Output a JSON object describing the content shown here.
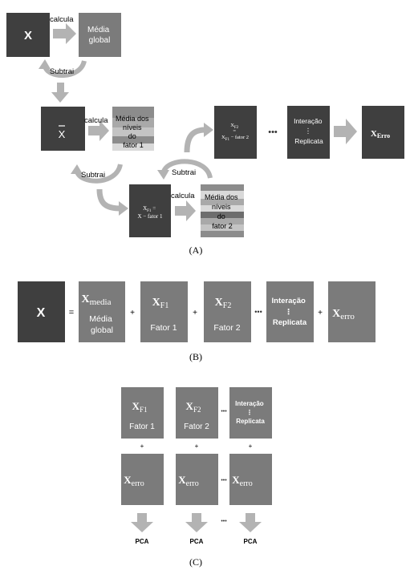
{
  "panel_a": {
    "caption": "(A)",
    "box_x": "X",
    "calcula_1": "calcula",
    "media_global": [
      "Média",
      "global"
    ],
    "subtrai_1": "Subtrai",
    "box_xbar": "X",
    "calcula_2": "calcula",
    "media_niveis_f1": [
      "Média dos",
      "níveis",
      "do",
      "fator 1"
    ],
    "subtrai_2": "Subtrai",
    "box_xf1": [
      "X",
      "F1",
      " =",
      "X − fator 1"
    ],
    "calcula_3": "calcula",
    "media_niveis_f2": [
      "Média dos",
      "níveis",
      "do",
      "fator 2"
    ],
    "subtrai_3": "Subtrai",
    "box_xf2": [
      "X",
      "F2",
      "=",
      "X",
      "F1",
      " − fator 2"
    ],
    "ellipsis": "•••",
    "interacao_replicata": [
      "Interação",
      "⋮",
      "Replicata"
    ],
    "box_xerro": [
      "X",
      "Erro"
    ]
  },
  "panel_b": {
    "caption": "(B)",
    "box_x": "X",
    "equals": "=",
    "plus": "+",
    "ellipsis": "•••",
    "media": {
      "main": "X",
      "sub": "media",
      "label": [
        "Média",
        "global"
      ]
    },
    "f1": {
      "main": "X",
      "sub": "F1",
      "label": "Fator 1"
    },
    "f2": {
      "main": "X",
      "sub": "F2",
      "label": "Fator 2"
    },
    "interacao": [
      "Interação",
      "⋮",
      "Replicata"
    ],
    "erro": {
      "main": "X",
      "sub": "erro"
    }
  },
  "panel_c": {
    "caption": "(C)",
    "plus": "+",
    "ellipsis": "•••",
    "f1": {
      "main": "X",
      "sub": "F1",
      "label": "Fator 1"
    },
    "f2": {
      "main": "X",
      "sub": "F2",
      "label": "Fator 2"
    },
    "interacao": [
      "Interação",
      "⋮",
      "Replicata"
    ],
    "erro": {
      "main": "X",
      "sub": "erro"
    },
    "pca": "PCA"
  },
  "colors": {
    "dark_box": "#3f3f3f",
    "mid_box": "#6d6d6d",
    "light_box": "#7b7b7b",
    "arrow": "#b3b3b3",
    "stripe_1": "#8c8c8c",
    "stripe_2": "#a9a9a9",
    "stripe_3": "#c4c4c4",
    "stripe_4": "#d9d9d9"
  }
}
